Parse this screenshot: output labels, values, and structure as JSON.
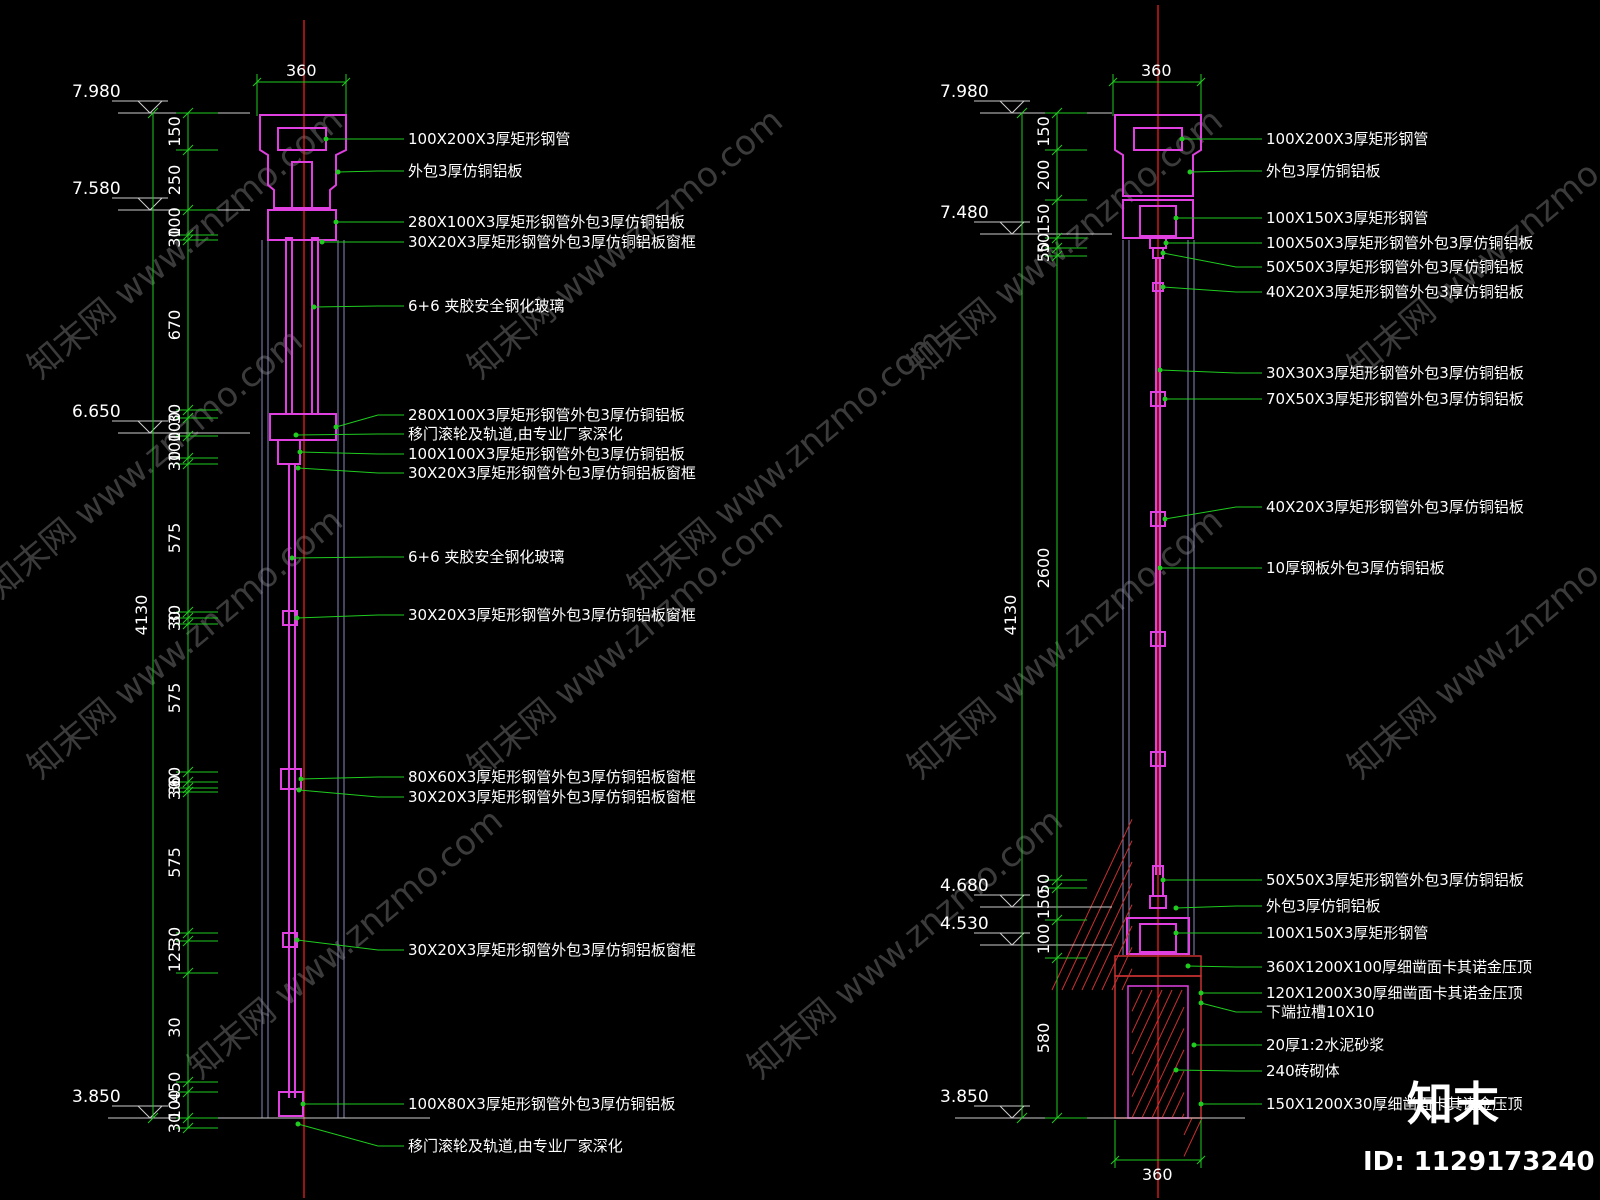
{
  "colors": {
    "background": "#000000",
    "dimension": "#1fcc1f",
    "structure": "#e040e0",
    "center": "#ff2020",
    "leader": "#1fcc1f",
    "text": "#ffffff",
    "hatch": "#c83030",
    "glass": "#8888bb"
  },
  "left": {
    "top_width": "360",
    "levels": [
      "7.980",
      "7.580",
      "6.650",
      "3.850"
    ],
    "overall": "4130",
    "dims": [
      "150",
      "250",
      "100",
      "30",
      "670",
      "30",
      "100",
      "100",
      "30",
      "575",
      "30",
      "30",
      "575",
      "60",
      "30",
      "30",
      "575",
      "30",
      "125",
      "30",
      "450",
      "100",
      "30"
    ],
    "labels": [
      "100X200X3厚矩形钢管",
      "外包3厚仿铜铝板",
      "280X100X3厚矩形钢管外包3厚仿铜铝板",
      "30X20X3厚矩形钢管外包3厚仿铜铝板窗框",
      "6+6 夹胶安全钢化玻璃",
      "280X100X3厚矩形钢管外包3厚仿铜铝板",
      "移门滚轮及轨道,由专业厂家深化",
      "100X100X3厚矩形钢管外包3厚仿铜铝板",
      "30X20X3厚矩形钢管外包3厚仿铜铝板窗框",
      "6+6 夹胶安全钢化玻璃",
      "30X20X3厚矩形钢管外包3厚仿铜铝板窗框",
      "80X60X3厚矩形钢管外包3厚仿铜铝板窗框",
      "30X20X3厚矩形钢管外包3厚仿铜铝板窗框",
      "30X20X3厚矩形钢管外包3厚仿铜铝板窗框",
      "100X80X3厚矩形钢管外包3厚仿铜铝板",
      "移门滚轮及轨道,由专业厂家深化"
    ]
  },
  "right": {
    "top_width": "360",
    "bottom_width": "360",
    "levels": [
      "7.980",
      "7.480",
      "4.680",
      "4.530",
      "3.850"
    ],
    "overall": "4130",
    "dims": [
      "150",
      "200",
      "150",
      "50",
      "50",
      "2600",
      "50",
      "150",
      "100",
      "580"
    ],
    "labels": [
      "100X200X3厚矩形钢管",
      "外包3厚仿铜铝板",
      "100X150X3厚矩形钢管",
      "100X50X3厚矩形钢管外包3厚仿铜铝板",
      "50X50X3厚矩形钢管外包3厚仿铜铝板",
      "40X20X3厚矩形钢管外包3厚仿铜铝板",
      "30X30X3厚矩形钢管外包3厚仿铜铝板",
      "70X50X3厚矩形钢管外包3厚仿铜铝板",
      "40X20X3厚矩形钢管外包3厚仿铜铝板",
      "10厚钢板外包3厚仿铜铝板",
      "50X50X3厚矩形钢管外包3厚仿铜铝板",
      "外包3厚仿铜铝板",
      "100X150X3厚矩形钢管",
      "360X1200X100厚细凿面卡其诺金压顶",
      "120X1200X30厚细凿面卡其诺金压顶",
      "下端拉槽10X10",
      "20厚1:2水泥砂浆",
      "240砖砌体",
      "150X1200X30厚细凿面卡其诺金压顶"
    ]
  },
  "watermark": "知末网 www.znzmo.com",
  "brand": "知末",
  "id_text": "ID: 1129173240"
}
